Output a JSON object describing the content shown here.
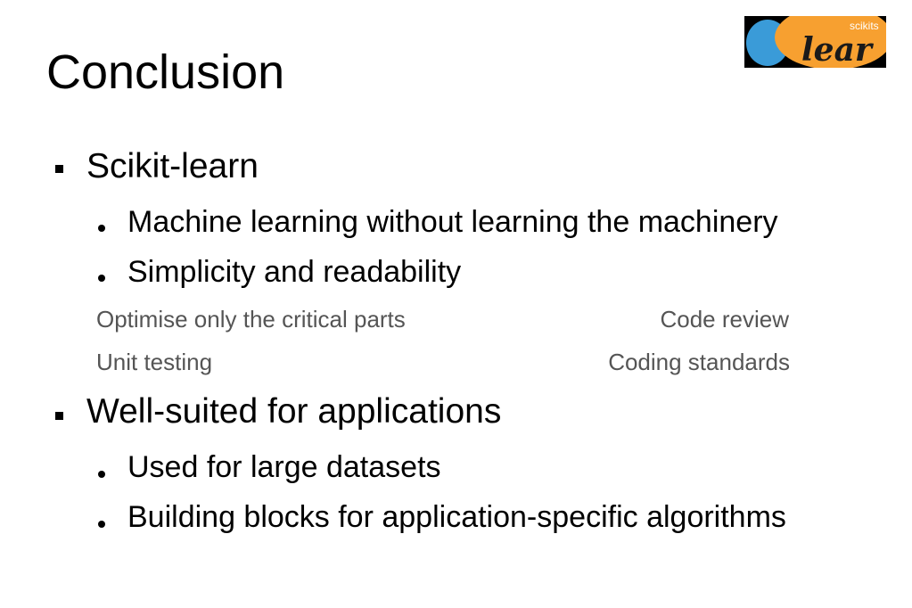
{
  "slide": {
    "title": "Conclusion",
    "logo": {
      "text": "scikits",
      "partial_word": "lear",
      "colors": {
        "background": "#000000",
        "blue_circle": "#3a9bd8",
        "orange_circle": "#f7a030"
      }
    },
    "sections": [
      {
        "heading": "Scikit-learn",
        "items": [
          "Machine learning without learning the machinery",
          "Simplicity and readability"
        ],
        "notes": {
          "left": [
            "Optimise only the critical parts",
            "Unit testing"
          ],
          "right": [
            "Code review",
            "Coding standards"
          ]
        }
      },
      {
        "heading": "Well-suited for applications",
        "items": [
          "Used for large datasets",
          "Building blocks for application-specific algorithms"
        ]
      }
    ]
  }
}
